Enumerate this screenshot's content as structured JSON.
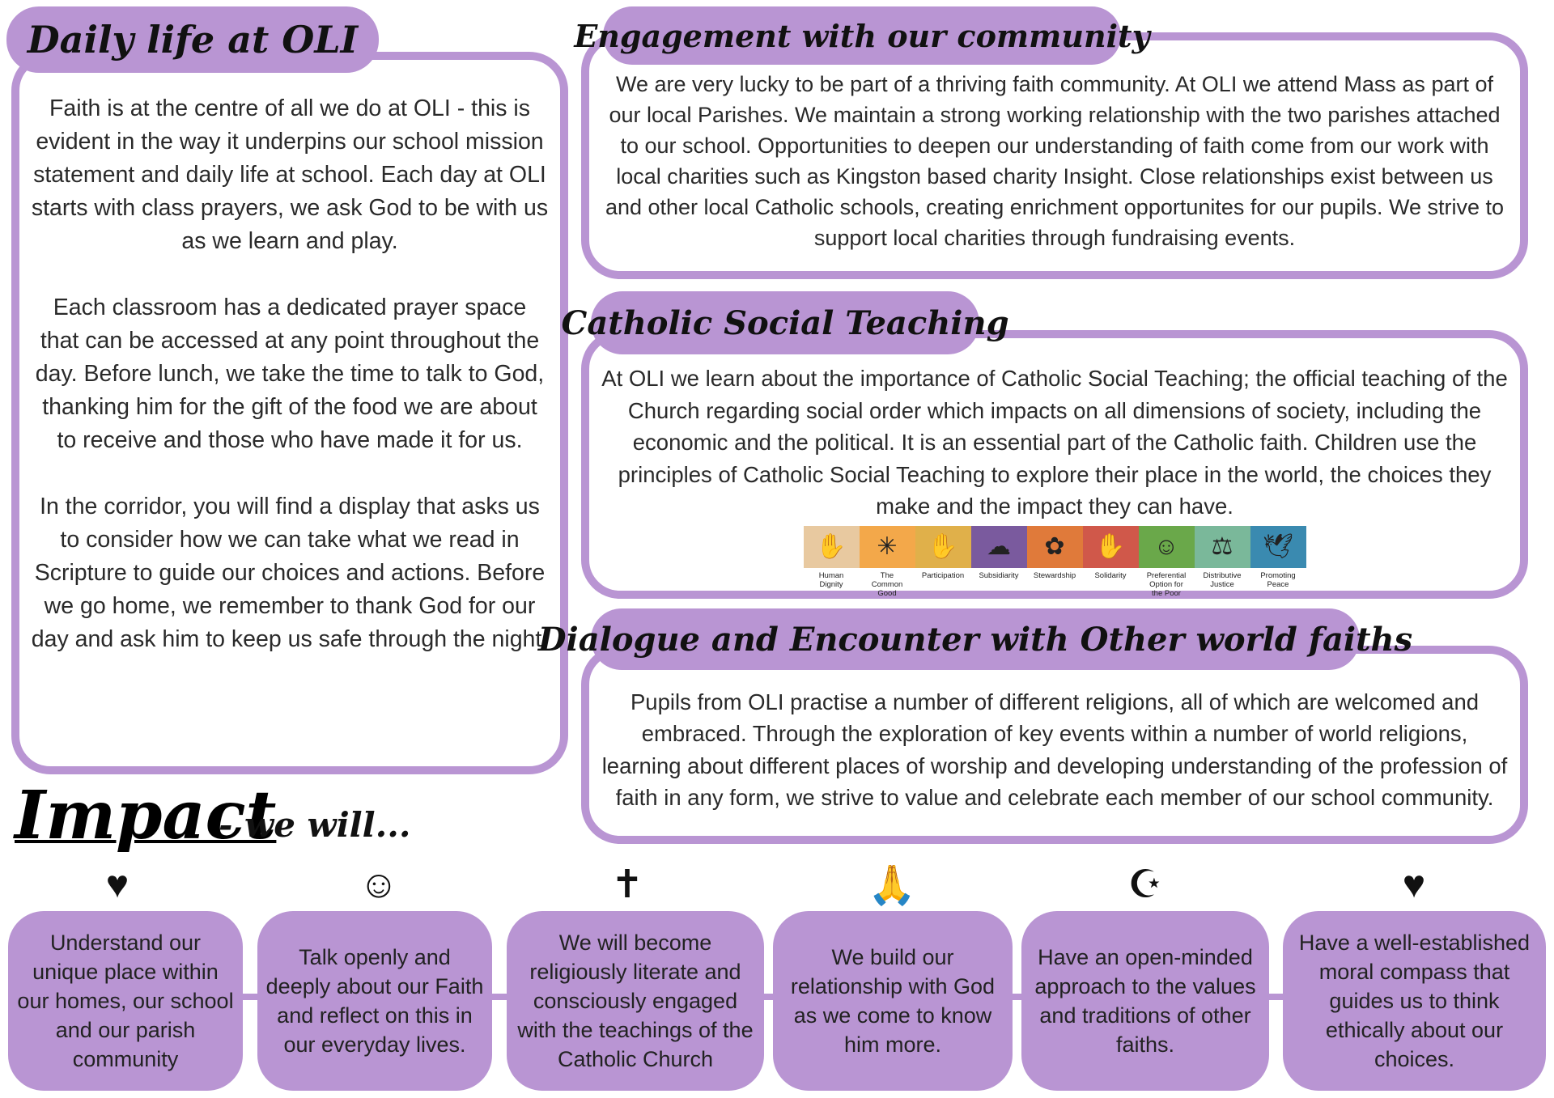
{
  "daily": {
    "title": "Daily life at OLI",
    "paragraphs": [
      "Faith is at the centre of all we do at OLI - this is evident in the way it underpins our school mission statement and daily life at school. Each day at OLI starts with class prayers, we ask God to be with us as we learn and play.",
      "Each classroom has a dedicated prayer space that can be accessed at any point throughout the day. Before lunch, we take the time to talk to God, thanking him for the gift of the food we are about to receive and those who have made it for us.",
      "In the corridor, you will find a display that asks us to consider how we can take what we read in Scripture to guide our choices and actions. Before we go home, we remember to thank God for our day and ask him to keep us safe through the night."
    ]
  },
  "engagement": {
    "title": "Engagement with our community",
    "text": "We are very lucky to be part of a thriving faith community. At OLI we attend Mass as part of our local Parishes. We maintain a strong working relationship with the two parishes attached to our school. Opportunities to deepen our understanding of faith come from our work with local charities such as Kingston based charity Insight. Close relationships exist between us and other local Catholic schools, creating enrichment opportunites for our pupils. We strive to support local charities through fundraising events."
  },
  "cst": {
    "title": "Catholic Social Teaching",
    "text": "At OLI we learn about the importance of Catholic Social Teaching; the official teaching of the Church regarding social order which impacts on all dimensions of society, including the economic and the political. It is an essential part of the Catholic faith. Children use the principles of Catholic Social Teaching to explore their place in the world, the choices they make and the impact they can have.",
    "principles": [
      {
        "label": "Human\nDignity",
        "color": "#e8c9a0",
        "icon": "✋"
      },
      {
        "label": "The\nCommon\nGood",
        "color": "#f3a84a",
        "icon": "✳"
      },
      {
        "label": "Participation",
        "color": "#e0b04a",
        "icon": "✋"
      },
      {
        "label": "Subsidiarity",
        "color": "#7a5a9e",
        "icon": "☁"
      },
      {
        "label": "Stewardship",
        "color": "#e07a3a",
        "icon": "✿"
      },
      {
        "label": "Solidarity",
        "color": "#d0584a",
        "icon": "✋"
      },
      {
        "label": "Preferential\nOption for\nthe Poor",
        "color": "#6aa84a",
        "icon": "☺"
      },
      {
        "label": "Distributive\nJustice",
        "color": "#7ab89a",
        "icon": "⚖"
      },
      {
        "label": "Promoting\nPeace",
        "color": "#3a8ab0",
        "icon": "🕊"
      }
    ]
  },
  "dialogue": {
    "title": "Dialogue and Encounter with Other world faiths",
    "text": "Pupils from OLI practise a number of different religions, all of which are welcomed and embraced. Through the exploration of key events within a number of world religions, learning about different places of worship and developing understanding of the profession of faith in any form, we strive to value and celebrate each member of our school community."
  },
  "impact": {
    "title": "Impact",
    "subtitle": "- we will...",
    "items": [
      {
        "text": "Understand our unique place within our homes, our school and our parish community",
        "icon": "♥",
        "icon_name": "fingerprint-heart-icon"
      },
      {
        "text": "Talk openly and deeply about our Faith and reflect on this in our everyday lives.",
        "icon": "☺",
        "icon_name": "thinking-person-icon"
      },
      {
        "text": "We will become religiously literate and consciously engaged with the teachings of the Catholic Church",
        "icon": "✝",
        "icon_name": "bible-icon"
      },
      {
        "text": "We build our relationship with God as we come to know him more.",
        "icon": "🙏",
        "icon_name": "praying-hands-icon"
      },
      {
        "text": "Have an open-minded approach to the values and traditions of other faiths.",
        "icon": "☪",
        "icon_name": "world-faiths-icon"
      },
      {
        "text": "Have a well-established moral compass that guides us to think ethically about our choices.",
        "icon": "♥",
        "icon_name": "hand-heart-icon"
      }
    ]
  },
  "colors": {
    "accent": "#b995d3",
    "text": "#2a2a2a"
  }
}
